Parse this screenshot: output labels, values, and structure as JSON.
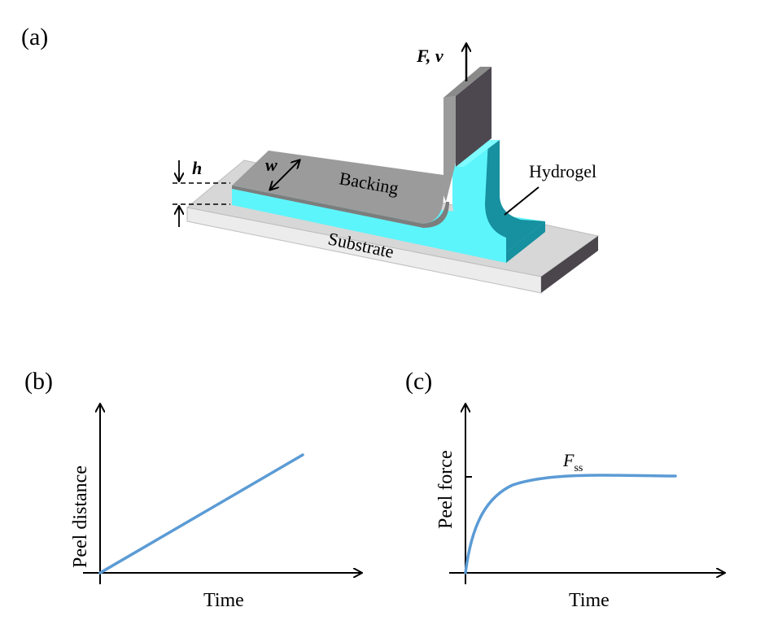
{
  "panels": {
    "a": "(a)",
    "b": "(b)",
    "c": "(c)"
  },
  "diagram_a": {
    "force_label": "F, v",
    "thickness_label": "h",
    "width_label": "w",
    "backing_label": "Backing",
    "hydrogel_label": "Hydrogel",
    "substrate_label": "Substrate",
    "colors": {
      "hydrogel": "#5cf5fb",
      "hydrogel_dark": "#17909f",
      "backing": "#9b9b9b",
      "backing_dark": "#4d484f",
      "substrate": "#d7d7d7",
      "substrate_dark": "#4a464c"
    }
  },
  "chart_b": {
    "ylabel": "Peel distance",
    "xlabel": "Time",
    "line_color": "#5b9bd5"
  },
  "chart_c": {
    "ylabel": "Peel force",
    "xlabel": "Time",
    "steady_label_main": "F",
    "steady_label_sub": "ss",
    "line_color": "#5b9bd5"
  },
  "chart_data": [
    {
      "type": "line",
      "xlabel": "Time",
      "ylabel": "Peel distance",
      "series": [
        {
          "x": [
            0,
            1
          ],
          "y": [
            0,
            1
          ]
        }
      ]
    },
    {
      "type": "line",
      "xlabel": "Time",
      "ylabel": "Peel force",
      "annotations": [
        "F_ss"
      ],
      "series": [
        {
          "x": [
            0,
            0.1,
            0.2,
            0.3,
            0.5,
            0.7,
            1.0
          ],
          "y": [
            0,
            0.6,
            0.85,
            0.94,
            0.99,
            1.0,
            1.0
          ]
        }
      ]
    }
  ]
}
